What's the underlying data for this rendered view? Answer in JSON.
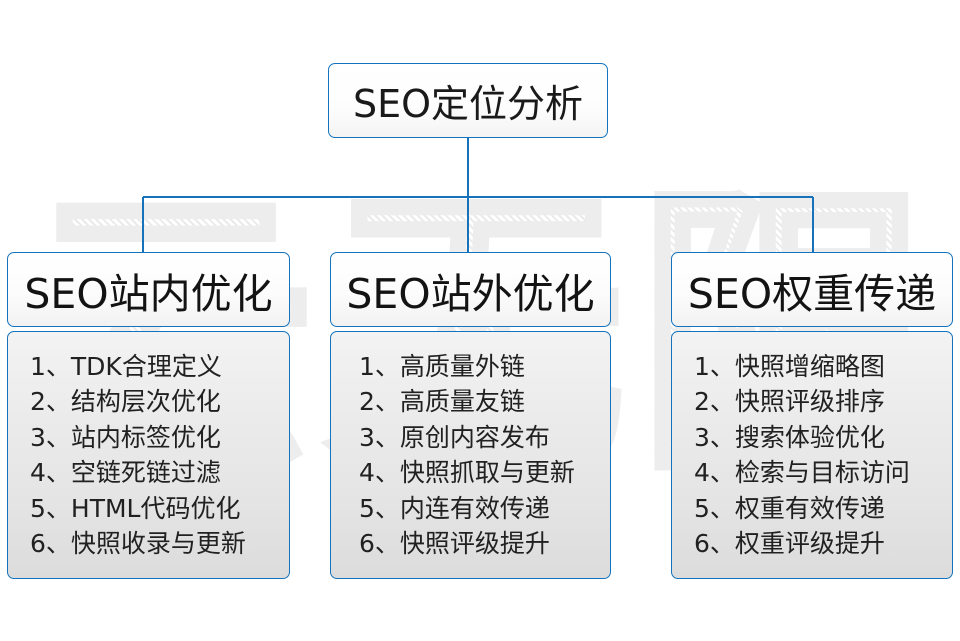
{
  "diagram": {
    "root": {
      "label": "SEO定位分析"
    },
    "accent_color": "#1673bb",
    "watermark_text": "云无限",
    "columns": [
      {
        "header": "SEO站内优化",
        "items": [
          {
            "num": "1、",
            "text": "TDK合理定义"
          },
          {
            "num": "2、",
            "text": "结构层次优化"
          },
          {
            "num": "3、",
            "text": "站内标签优化"
          },
          {
            "num": "4、",
            "text": "空链死链过滤"
          },
          {
            "num": "5、",
            "text": "HTML代码优化"
          },
          {
            "num": "6、",
            "text": "快照收录与更新"
          }
        ]
      },
      {
        "header": "SEO站外优化",
        "items": [
          {
            "num": "1、",
            "text": "高质量外链"
          },
          {
            "num": "2、",
            "text": "高质量友链"
          },
          {
            "num": "3、",
            "text": "原创内容发布"
          },
          {
            "num": "4、",
            "text": "快照抓取与更新"
          },
          {
            "num": "5、",
            "text": "内连有效传递"
          },
          {
            "num": "6、",
            "text": "快照评级提升"
          }
        ]
      },
      {
        "header": "SEO权重传递",
        "items": [
          {
            "num": "1、",
            "text": "快照增缩略图"
          },
          {
            "num": "2、",
            "text": "快照评级排序"
          },
          {
            "num": "3、",
            "text": "搜索体验优化"
          },
          {
            "num": "4、",
            "text": "检索与目标访问"
          },
          {
            "num": "5、",
            "text": "权重有效传递"
          },
          {
            "num": "6、",
            "text": "权重评级提升"
          }
        ]
      }
    ]
  }
}
